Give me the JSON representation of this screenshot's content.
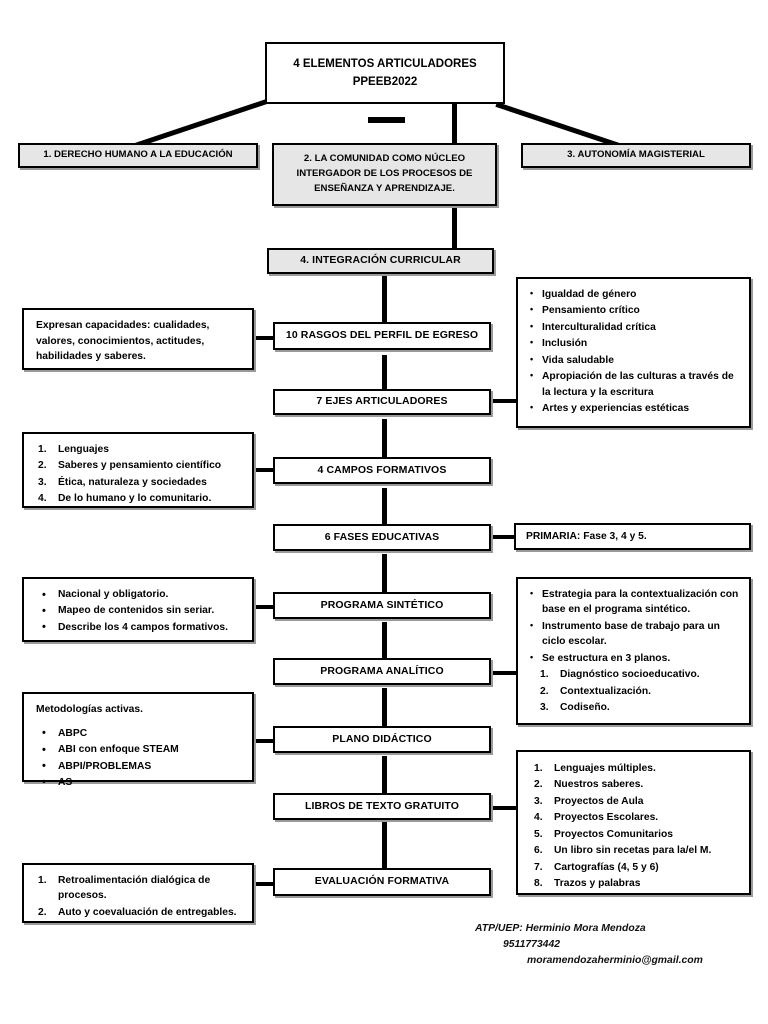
{
  "diagram": {
    "head": {
      "line1": "4 ELEMENTOS ARTICULADORES",
      "line2": "PPEEB2022"
    },
    "pillars": [
      {
        "label": "1. DERECHO HUMANO A LA EDUCACIÓN"
      },
      {
        "label": "2. LA COMUNIDAD COMO NÚCLEO INTERGADOR DE LOS PROCESOS DE ENSEÑANZA Y APRENDIZAJE."
      },
      {
        "label": "3. AUTONOMÍA MAGISTERIAL"
      }
    ],
    "chain": [
      {
        "label": "4. INTEGRACIÓN CURRICULAR"
      },
      {
        "label": "10 RASGOS DEL PERFIL DE EGRESO"
      },
      {
        "label": "7 EJES ARTICULADORES"
      },
      {
        "label": "4 CAMPOS FORMATIVOS"
      },
      {
        "label": "6 FASES EDUCATIVAS"
      },
      {
        "label": "PROGRAMA SINTÉTICO"
      },
      {
        "label": "PROGRAMA ANALÍTICO"
      },
      {
        "label": "PLANO DIDÁCTICO"
      },
      {
        "label": "LIBROS DE TEXTO GRATUITO"
      },
      {
        "label": "EVALUACIÓN FORMATIVA"
      }
    ],
    "notes": {
      "rasgos_left": {
        "text": "Expresan capacidades: cualidades, valores, conocimientos, actitudes, habilidades y saberes."
      },
      "ejes_right": {
        "items": [
          "Igualdad de género",
          "Pensamiento crítico",
          "Interculturalidad crítica",
          "Inclusión",
          "Vida saludable",
          "Apropiación de las culturas a través de la lectura y la escritura",
          "Artes y experiencias estéticas"
        ]
      },
      "campos_left": {
        "items": [
          "Lenguajes",
          "Saberes y pensamiento científico",
          "Ética, naturaleza y sociedades",
          "De lo humano y lo comunitario."
        ]
      },
      "fases_right": {
        "text": "PRIMARIA: Fase 3, 4 y 5."
      },
      "sintetico_left": {
        "items": [
          "Nacional y obligatorio.",
          "Mapeo de contenidos sin seriar.",
          "Describe los 4 campos formativos."
        ]
      },
      "analitico_right": {
        "items": [
          "Estrategia para la contextualización con base en el programa sintético.",
          "Instrumento base de trabajo para un ciclo escolar.",
          "Se estructura en 3 planos."
        ],
        "subitems": [
          "Diagnóstico socioeducativo.",
          "Contextualización.",
          "Codiseño."
        ]
      },
      "plano_left": {
        "heading": "Metodologías activas.",
        "items": [
          "ABPC",
          "ABI con enfoque STEAM",
          "ABPI/PROBLEMAS",
          "AS"
        ]
      },
      "libros_right": {
        "items": [
          "Lenguajes múltiples.",
          "Nuestros saberes.",
          "Proyectos de Aula",
          "Proyectos Escolares.",
          "Proyectos Comunitarios",
          "Un libro sin recetas para la/el M.",
          "Cartografías (4, 5 y 6)",
          "Trazos y palabras"
        ]
      },
      "evaluacion_left": {
        "items": [
          "Retroalimentación dialógica de procesos.",
          "Auto y coevaluación de entregables."
        ]
      }
    },
    "footer": {
      "line1": "ATP/UEP: Herminio Mora Mendoza",
      "line2": "9511773442",
      "line3": "moramendozaherminio@gmail.com"
    },
    "colors": {
      "gray_fill": "#e6e6e6",
      "line": "#000000",
      "shadow": "#9a9a9a"
    }
  }
}
